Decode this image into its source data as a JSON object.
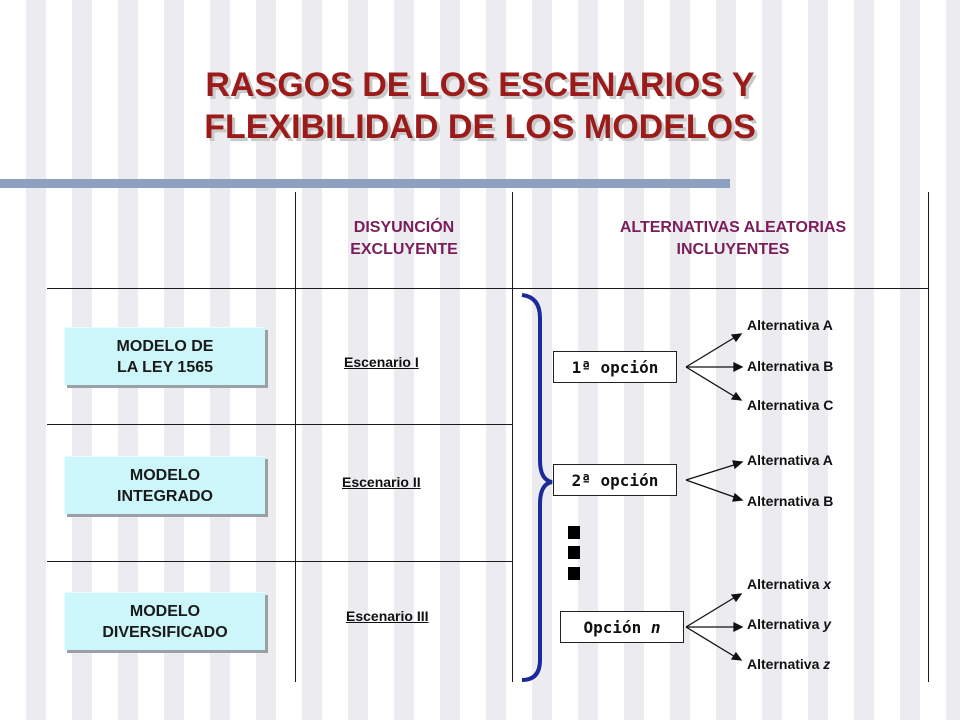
{
  "title": {
    "line1": "RASGOS DE LOS ESCENARIOS Y",
    "line2": "FLEXIBILIDAD DE LOS MODELOS"
  },
  "columns": {
    "disyuncion": {
      "line1": "DISYUNCIÓN",
      "line2": "EXCLUYENTE"
    },
    "alternativas": {
      "line1": "ALTERNATIVAS ALEATORIAS",
      "line2": "INCLUYENTES"
    }
  },
  "models": [
    {
      "line1": "MODELO DE",
      "line2": "LA LEY 1565"
    },
    {
      "line1": "MODELO",
      "line2": "INTEGRADO"
    },
    {
      "line1": "MODELO",
      "line2": "DIVERSIFICADO"
    }
  ],
  "scenarios": [
    "Escenario I",
    "Escenario II",
    "Escenario III"
  ],
  "options": [
    {
      "label": "1ª opción"
    },
    {
      "label": "2ª opción"
    },
    {
      "prefix": "Opción ",
      "var": "n"
    }
  ],
  "alternatives": {
    "group1": [
      {
        "prefix": "Alternativa ",
        "var": "A"
      },
      {
        "prefix": "Alternativa ",
        "var": "B"
      },
      {
        "prefix": "Alternativa ",
        "var": "C"
      }
    ],
    "group2": [
      {
        "prefix": "Alternativa ",
        "var": "A"
      },
      {
        "prefix": "Alternativa ",
        "var": "B"
      }
    ],
    "group3": [
      {
        "prefix": "Alternativa ",
        "var": "x"
      },
      {
        "prefix": "Alternativa ",
        "var": "y"
      },
      {
        "prefix": "Alternativa ",
        "var": "z"
      }
    ]
  },
  "colors": {
    "title": "#9b1b1b",
    "column_heading": "#7a1e5a",
    "model_box": "#ccf6f9",
    "brace": "#1a2a9a",
    "title_rule": "#8da0bf"
  }
}
